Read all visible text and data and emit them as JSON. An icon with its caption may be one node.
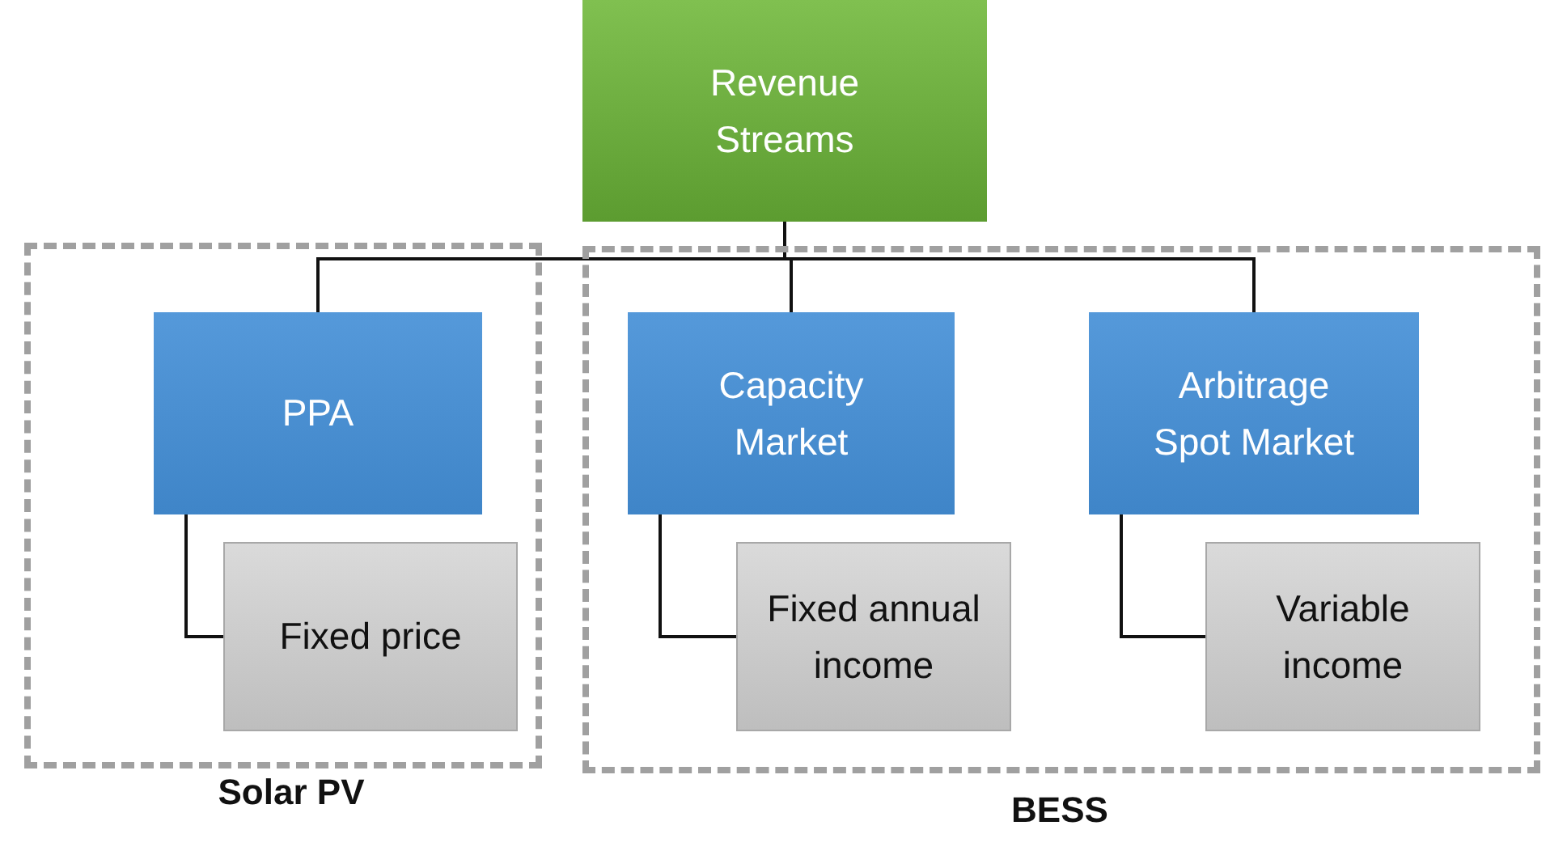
{
  "diagram": {
    "nodes": [
      {
        "text": [
          "Revenue Streams"
        ]
      },
      {
        "text": [
          "Solar PV"
        ]
      },
      {
        "text": [
          "PPA"
        ],
        "in": 1
      },
      {
        "text": [
          "Fixed price"
        ],
        "in": 1
      },
      {
        "text": [
          "BESS"
        ]
      },
      {
        "text": [
          "Capacity Market"
        ],
        "in": 4
      },
      {
        "text": [
          "Fixed annual income"
        ],
        "in": 4
      },
      {
        "text": [
          "Arbitrage Spot Market"
        ],
        "in": 4
      },
      {
        "text": [
          "Variable income"
        ],
        "in": 4
      }
    ],
    "edges": [
      {
        "from": 0,
        "to": 2,
        "arrow": "none"
      },
      {
        "from": 0,
        "to": 5,
        "arrow": "none"
      },
      {
        "from": 0,
        "to": 7,
        "arrow": "none"
      },
      {
        "from": 2,
        "to": 3,
        "arrow": "none"
      },
      {
        "from": 5,
        "to": 6,
        "arrow": "none"
      },
      {
        "from": 7,
        "to": 8,
        "arrow": "none"
      }
    ]
  }
}
